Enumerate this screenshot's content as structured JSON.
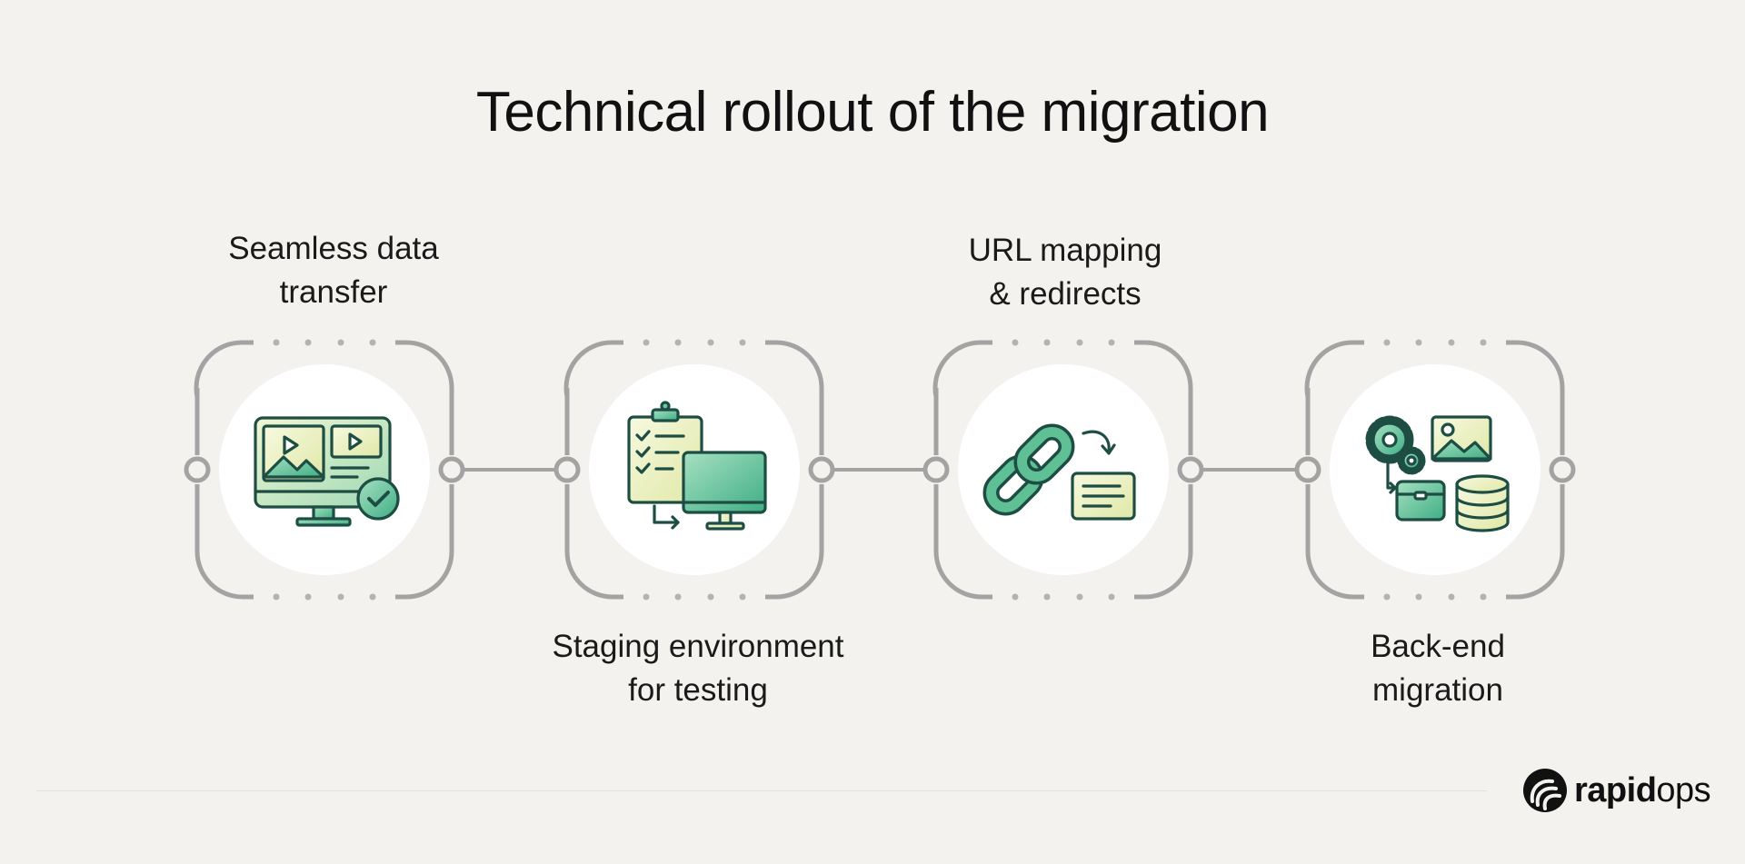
{
  "title": "Technical rollout of the migration",
  "steps": [
    {
      "line1": "Seamless data",
      "line2": "transfer",
      "icon": "monitor-media-check-icon"
    },
    {
      "line1": "Staging environment",
      "line2": "for testing",
      "icon": "clipboard-monitor-icon"
    },
    {
      "line1": "URL mapping",
      "line2": "& redirects",
      "icon": "chain-link-redirect-icon"
    },
    {
      "line1": "Back-end",
      "line2": "migration",
      "icon": "gears-database-icon"
    }
  ],
  "logo": {
    "bold": "rapid",
    "light": "ops"
  },
  "colors": {
    "background": "#f3f2ee",
    "frame": "#a3a3a3",
    "icon_stroke": "#1d4d43",
    "icon_green": "#5fbf95",
    "icon_yellow": "#e9efb4"
  }
}
